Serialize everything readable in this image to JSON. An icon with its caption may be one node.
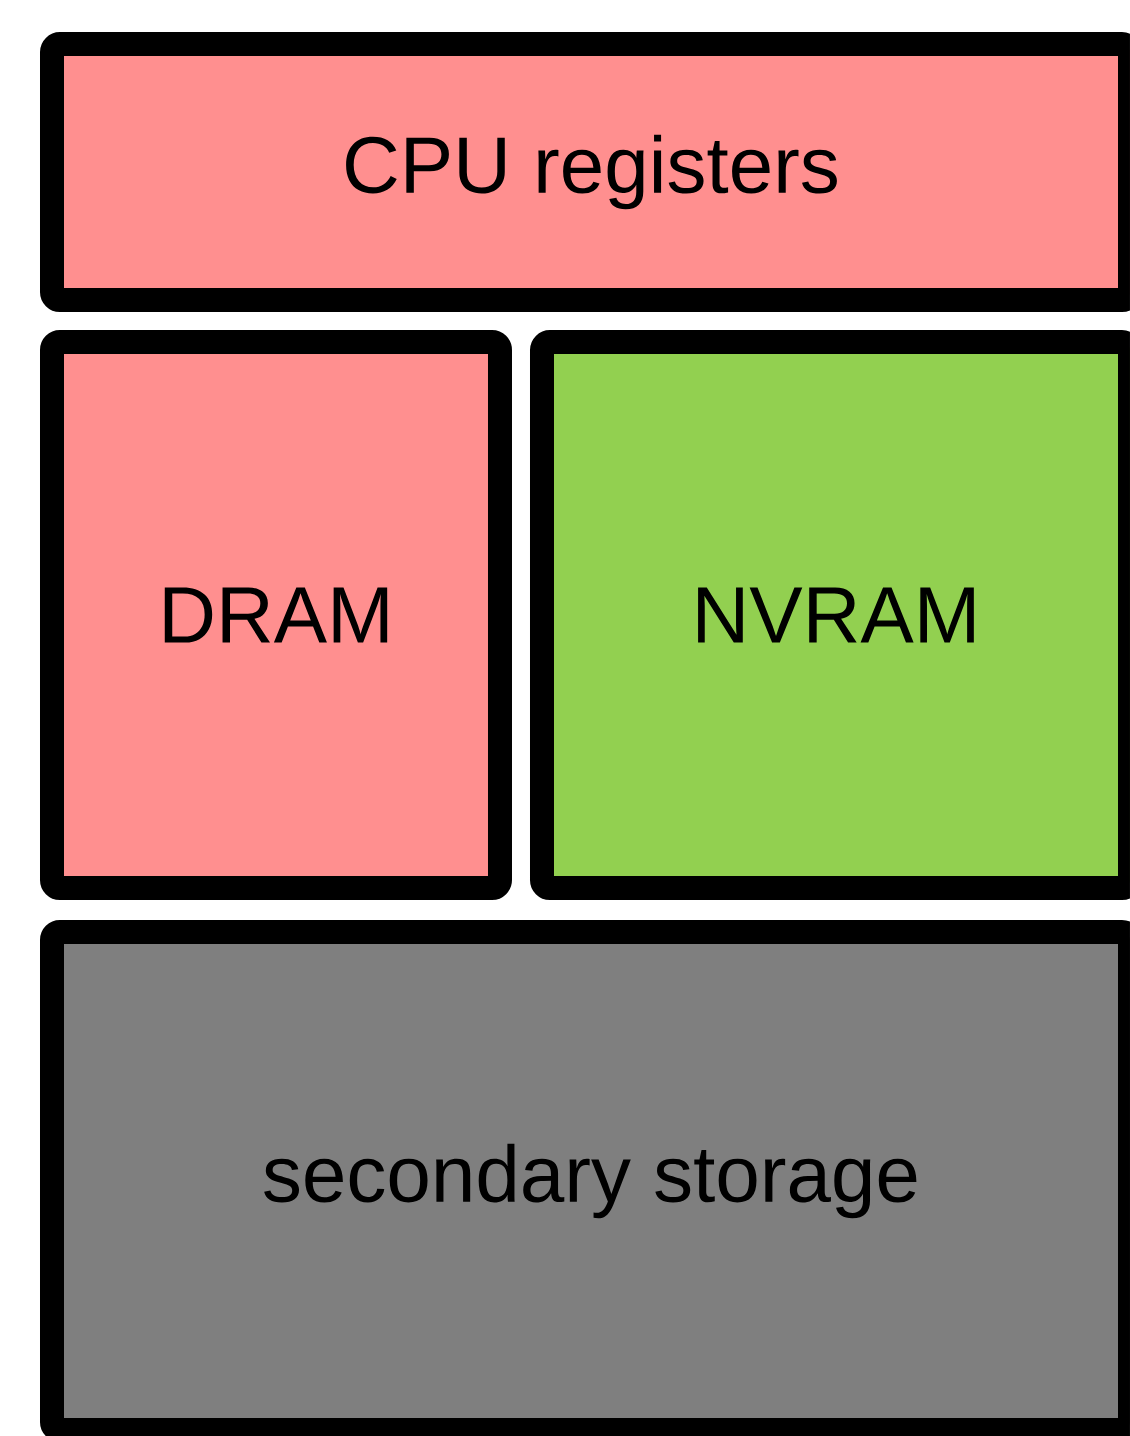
{
  "diagram": {
    "nodes": [
      {
        "text": [
          "CPU registers"
        ]
      },
      {
        "text": [
          "DRAM"
        ]
      },
      {
        "text": [
          "NVRAM"
        ]
      },
      {
        "text": [
          "secondary storage"
        ]
      }
    ]
  }
}
